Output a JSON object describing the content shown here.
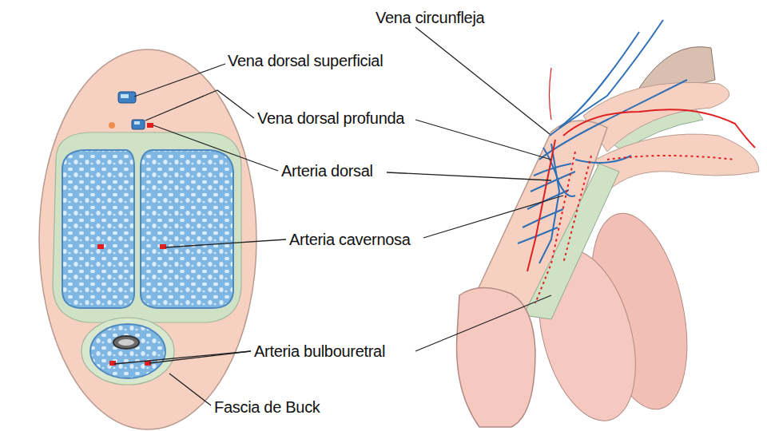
{
  "diagram": {
    "labels": [
      "Vena circunfleja",
      "Vena dorsal superficial",
      "Vena dorsal profunda",
      "Arteria dorsal",
      "Arteria cavernosa",
      "Arteria bulbouretral",
      "Fascia de Buck"
    ]
  }
}
